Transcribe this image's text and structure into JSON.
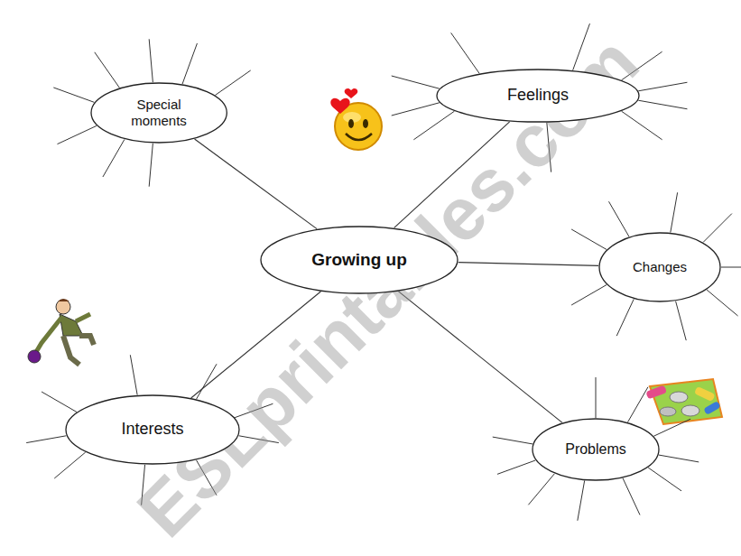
{
  "diagram": {
    "nodes": [
      {
        "text": [
          "Special moments"
        ]
      },
      {
        "text": [
          "Feelings"
        ]
      },
      {
        "text": [
          "Growing up"
        ]
      },
      {
        "text": [
          "Changes"
        ]
      },
      {
        "text": [
          "Interests"
        ]
      },
      {
        "text": [
          "Problems"
        ]
      }
    ],
    "edges": [
      {
        "from": 2,
        "to": 0,
        "arrow": "none"
      },
      {
        "from": 2,
        "to": 1,
        "arrow": "none"
      },
      {
        "from": 2,
        "to": 3,
        "arrow": "none"
      },
      {
        "from": 2,
        "to": 4,
        "arrow": "none"
      },
      {
        "from": 2,
        "to": 5,
        "arrow": "none"
      }
    ],
    "labels": [
      "ESLprintables.com"
    ]
  }
}
